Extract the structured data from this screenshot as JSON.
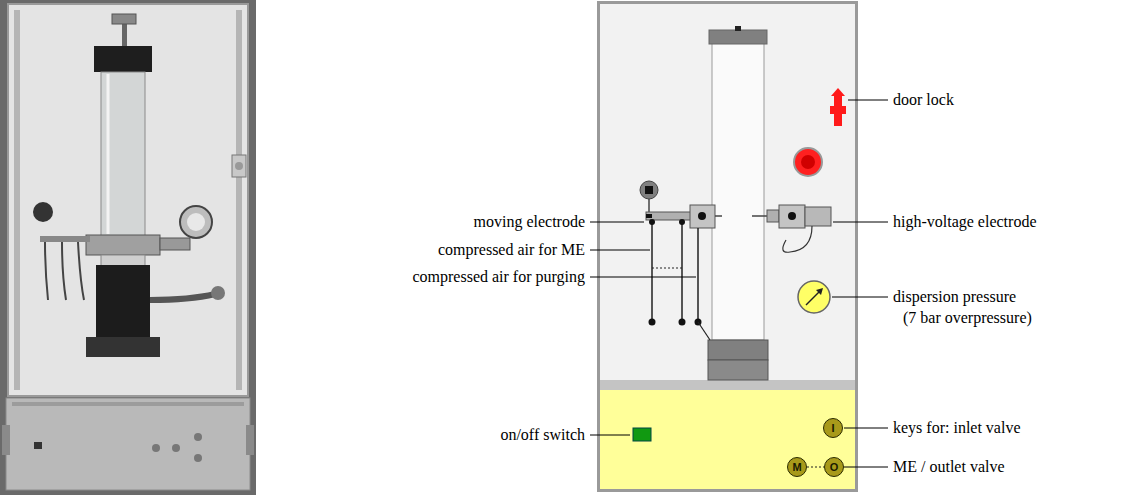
{
  "diagram": {
    "nodes": [
      {
        "text": [
          "I"
        ]
      },
      {
        "text": [
          "M"
        ]
      },
      {
        "text": [
          "O"
        ]
      }
    ],
    "edges": [
      {
        "from": 1,
        "to": 2,
        "arrow": "none"
      }
    ],
    "labels": [
      "moving electrode",
      "compressed air for ME",
      "compressed air for purging",
      "on/off switch",
      "door lock",
      "high-voltage electrode",
      "dispersion pressure",
      "(7 bar overpressure)",
      "keys for: inlet valve",
      "ME / outlet valve"
    ]
  }
}
